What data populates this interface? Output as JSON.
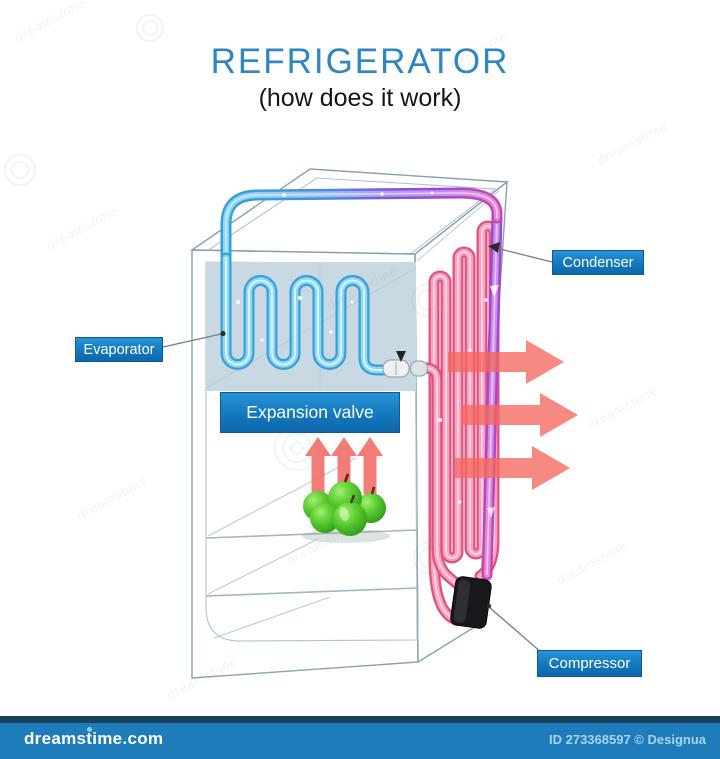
{
  "header": {
    "title": "REFRIGERATOR",
    "subtitle": "(how does it work)"
  },
  "diagram_labels": {
    "evaporator": "Evaporator",
    "condenser": "Condenser",
    "expansion_valve": "Expansion valve",
    "compressor": "Compressor"
  },
  "footer": {
    "site": "dreamstime.com",
    "credit": "ID 273368597 © Designua"
  },
  "watermark_text": "dreamstime",
  "colors": {
    "title_blue": "#2e86c5",
    "label_bg": "#1478bd",
    "evaporator_pipe_blue": "#38a0d8",
    "condenser_pipe_pink": "#e1507f",
    "suction_pipe_purple": "#9a46d8",
    "heat_arrow_salmon": "#f3685e",
    "cold_arrow_red": "#f3716a",
    "apple_green": "#3cab1f",
    "footer_bar": "#1e7cba"
  }
}
